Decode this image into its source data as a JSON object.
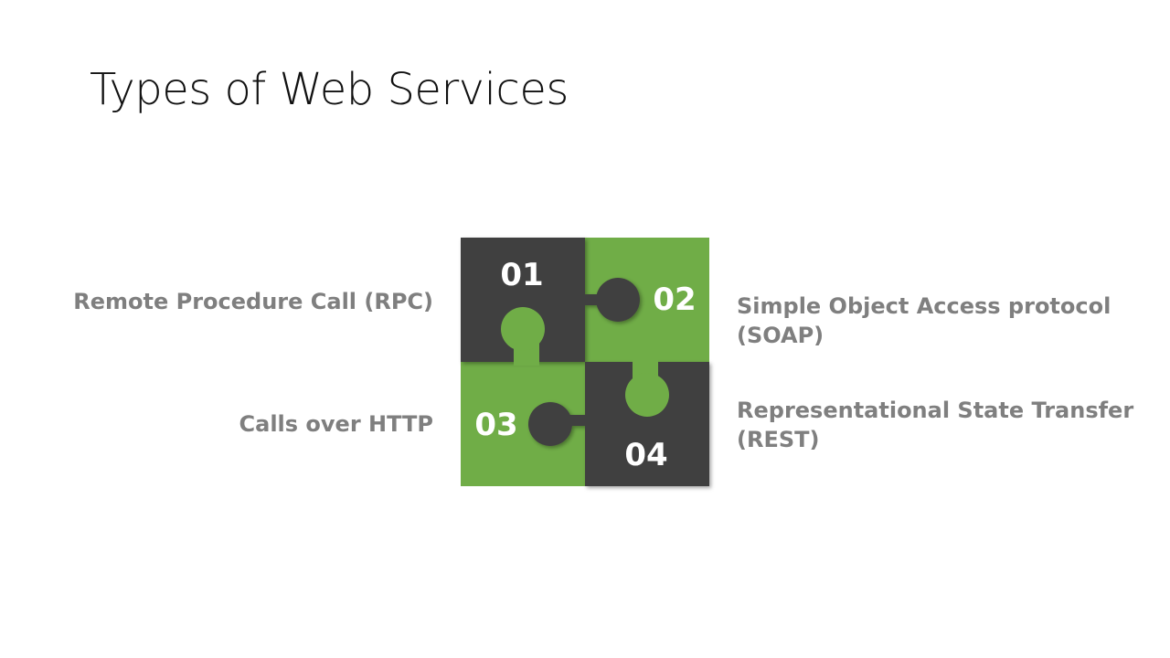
{
  "slide": {
    "title": "Types of Web Services"
  },
  "colors": {
    "dark": "#404040",
    "green": "#70ad47",
    "label": "#7f7f7f"
  },
  "puzzle": {
    "pieces": [
      {
        "number": "01",
        "color": "dark"
      },
      {
        "number": "02",
        "color": "green"
      },
      {
        "number": "03",
        "color": "green"
      },
      {
        "number": "04",
        "color": "dark"
      }
    ]
  },
  "items": [
    {
      "number": "01",
      "lines": [
        "Remote Procedure Call (RPC)"
      ]
    },
    {
      "number": "02",
      "lines": [
        "Simple Object Access protocol",
        "(SOAP)"
      ]
    },
    {
      "number": "03",
      "lines": [
        "Calls over HTTP"
      ]
    },
    {
      "number": "04",
      "lines": [
        "Representational State Transfer",
        "(REST)"
      ]
    }
  ]
}
